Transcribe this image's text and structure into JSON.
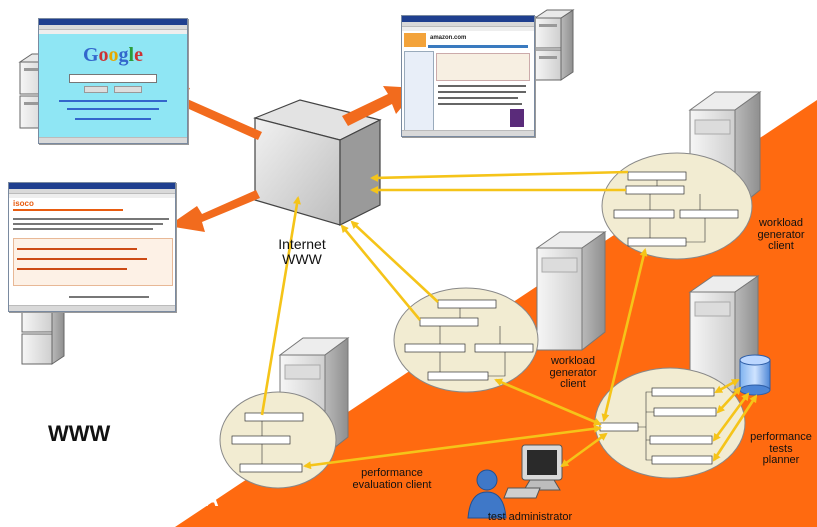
{
  "labels": {
    "internet": "Internet",
    "www_small": "WWW",
    "www_big": "WWW",
    "guernica": "GUERNICA",
    "workload_client_top": [
      "workload",
      "generator",
      "client"
    ],
    "workload_client_mid": [
      "workload",
      "generator",
      "client"
    ],
    "perf_eval_client": [
      "performance",
      "evaluation client"
    ],
    "perf_tests_planner": [
      "performance",
      "tests",
      "planner"
    ],
    "test_admin": "test administrator"
  },
  "screenshots": {
    "google_logo": "Google",
    "amazon_logo": "amazon.com",
    "isoco_logo": "isoco"
  },
  "colors": {
    "orange_region": "#ff6a10",
    "arrow_orange": "#f26b1d",
    "arrow_yellow": "#f5c419",
    "ellipse_fill": "#f2ecd2",
    "server_body": "#e8e8e8",
    "person_blue": "#3f78c8"
  }
}
